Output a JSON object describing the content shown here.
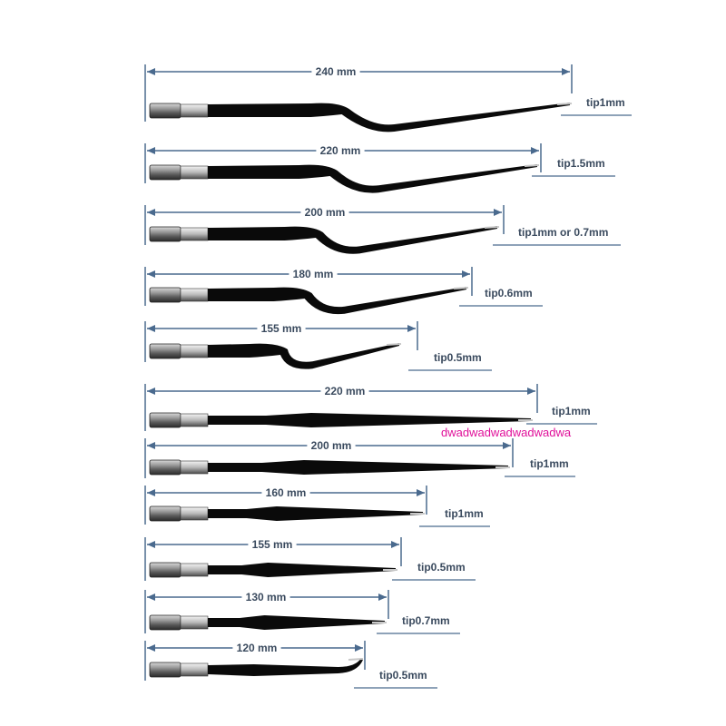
{
  "instruments": [
    {
      "length": "240 mm",
      "tip": "tip1mm",
      "shape": "bayonet"
    },
    {
      "length": "220 mm",
      "tip": "tip1.5mm",
      "shape": "bayonet"
    },
    {
      "length": "200 mm",
      "tip": "tip1mm or 0.7mm",
      "shape": "bayonet"
    },
    {
      "length": "180 mm",
      "tip": "tip0.6mm",
      "shape": "bayonet"
    },
    {
      "length": "155 mm",
      "tip": "tip0.5mm",
      "shape": "bayonet"
    },
    {
      "length": "220 mm",
      "tip": "tip1mm",
      "shape": "straight"
    },
    {
      "length": "200 mm",
      "tip": "tip1mm",
      "shape": "straight"
    },
    {
      "length": "160 mm",
      "tip": "tip1mm",
      "shape": "straight"
    },
    {
      "length": "155 mm",
      "tip": "tip0.5mm",
      "shape": "straight"
    },
    {
      "length": "130 mm",
      "tip": "tip0.7mm",
      "shape": "straight"
    },
    {
      "length": "120 mm",
      "tip": "tip0.5mm",
      "shape": "curved"
    }
  ],
  "watermark": "dwadwadwadwadwadwa",
  "colors": {
    "dimension_line": "#4a6a8e",
    "label_text": "#3a4a5e",
    "instrument_body": "#0a0a0a",
    "watermark": "#e0109a"
  }
}
